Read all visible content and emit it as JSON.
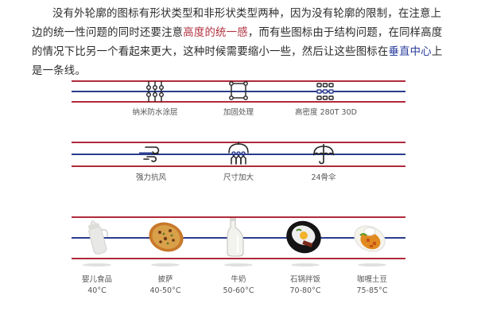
{
  "intro": {
    "segments": [
      {
        "text": "没有外轮廓的图标有形状类型和非形状类型两种，因为没有轮廓的限制，在注意上边的统一性问题的同时还要注意",
        "style": "normal"
      },
      {
        "text": "高度的统一感",
        "style": "red"
      },
      {
        "text": "，而有些图标由于结构问题，在同样高度的情况下比另一个看起来更大，这种时候需要缩小一些，然后让这些图标在",
        "style": "normal"
      },
      {
        "text": "垂直中心",
        "style": "blue"
      },
      {
        "text": "上是一条线。",
        "style": "normal"
      }
    ]
  },
  "colors": {
    "guide_red": "#b02a3a",
    "guide_blue": "#2a3c8e",
    "highlight_red": "#b0313f",
    "highlight_blue": "#2a3d9c"
  },
  "row1": {
    "items": [
      {
        "icon": "nano-waterproof-icon",
        "label": "纳米防水涂层"
      },
      {
        "icon": "reinforced-frame-icon",
        "label": "加固处理"
      },
      {
        "icon": "high-density-grid-icon",
        "label": "高密度 280T 30D"
      }
    ]
  },
  "row2": {
    "items": [
      {
        "icon": "wind-icon",
        "label": "强力抗风"
      },
      {
        "icon": "large-canopy-people-icon",
        "label": "尺寸加大"
      },
      {
        "icon": "umbrella-icon",
        "label": "24骨伞"
      }
    ]
  },
  "row3": {
    "items": [
      {
        "icon": "baby-bottle-image",
        "name": "婴儿食品",
        "temp": "40°C"
      },
      {
        "icon": "pizza-image",
        "name": "披萨",
        "temp": "40-50°C"
      },
      {
        "icon": "milk-bottle-image",
        "name": "牛奶",
        "temp": "50-60°C"
      },
      {
        "icon": "bibimbap-image",
        "name": "石锅拌饭",
        "temp": "70-80°C"
      },
      {
        "icon": "curry-potato-image",
        "name": "咖喱土豆",
        "temp": "75-85°C"
      }
    ]
  }
}
